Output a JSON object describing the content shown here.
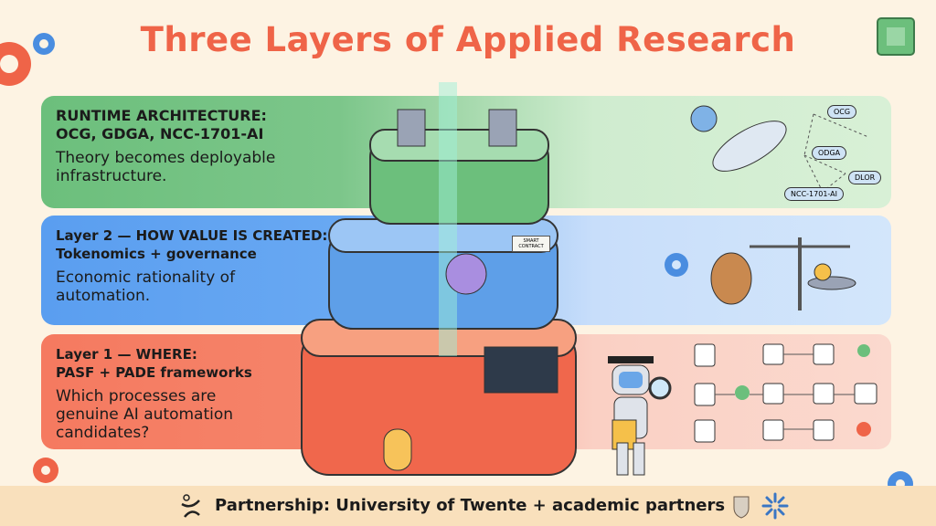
{
  "title": "Three Layers of Applied Research",
  "layers": [
    {
      "heading_line1": "RUNTIME ARCHITECTURE:",
      "heading_line2": "OCG, GDGA, NCC-1701-AI",
      "body": "Theory becomes deployable infrastructure.",
      "color": "#6cbf7c"
    },
    {
      "heading_line1": "Layer 2 — HOW VALUE IS CREATED:",
      "heading_line2": "Tokenomics + governance",
      "body": "Economic rationality of automation.",
      "color": "#5a9ef0"
    },
    {
      "heading_line1": "Layer 1 — WHERE:",
      "heading_line2": "PASF + PADE frameworks",
      "body": "Which processes are genuine AI automation candidates?",
      "color": "#f57a60"
    }
  ],
  "network_nodes": [
    "OCG",
    "ODGA",
    "DLOR",
    "NCC-1701-AI"
  ],
  "scroll_label": "SMART CONTRACT",
  "footer": {
    "text": "Partnership: University of Twente + academic partners"
  },
  "colors": {
    "title": "#ef6448",
    "background": "#fdf3e3",
    "footer": "#f9e0bc"
  }
}
